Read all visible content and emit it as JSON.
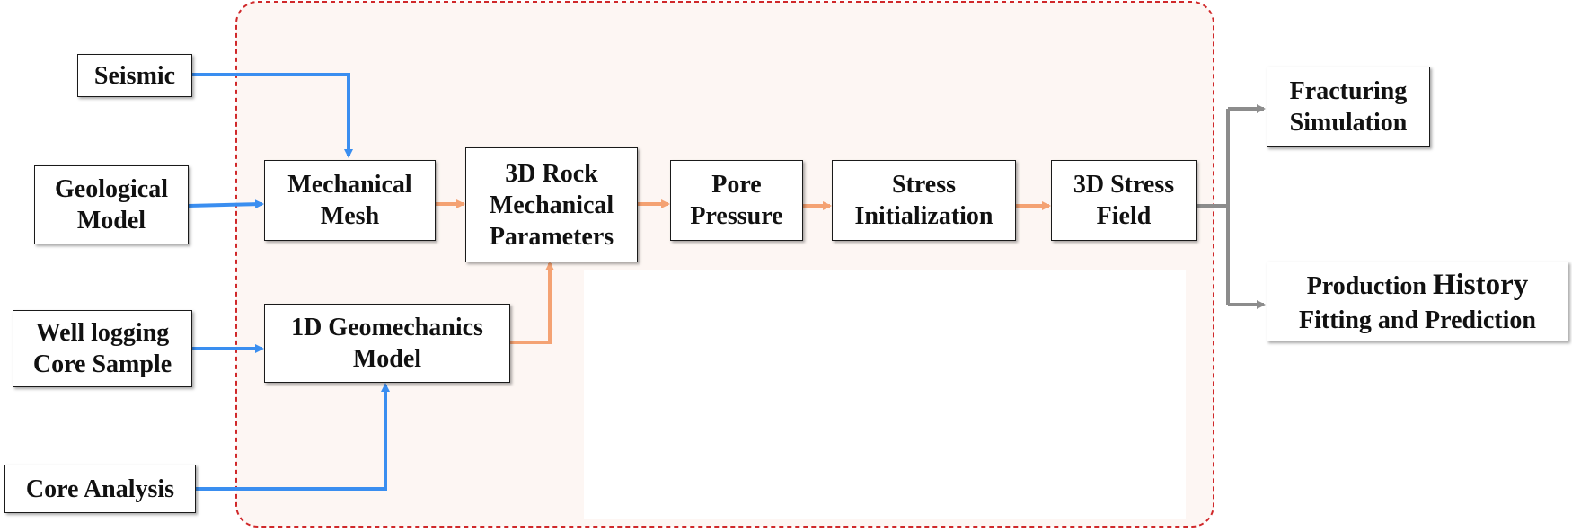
{
  "colors": {
    "input_arrow": "#3a8ef0",
    "process_arrow": "#f4a273",
    "output_arrow": "#8c8c8c",
    "frame_border": "#d0282a",
    "frame_fill": "#fdf6f3"
  },
  "inputs": {
    "seismic": "Seismic",
    "geological_model": [
      "Geological",
      "Model"
    ],
    "well_logging": [
      "Well logging",
      "Core Sample"
    ],
    "core_analysis": "Core Analysis"
  },
  "process": {
    "mechanical_mesh": [
      "Mechanical",
      "Mesh"
    ],
    "rock_parameters": [
      "3D Rock",
      "Mechanical",
      "Parameters"
    ],
    "geomechanics_model": [
      "1D Geomechanics",
      "Model"
    ],
    "pore_pressure": [
      "Pore",
      "Pressure"
    ],
    "stress_initialization": [
      "Stress",
      "Initialization"
    ],
    "stress_field": [
      "3D Stress",
      "Field"
    ]
  },
  "outputs": {
    "fracturing_simulation": [
      "Fracturing",
      "Simulation"
    ],
    "production_history": {
      "line1_prefix": "Production ",
      "line1_emphasis": "History",
      "line2": "Fitting and Prediction"
    }
  }
}
